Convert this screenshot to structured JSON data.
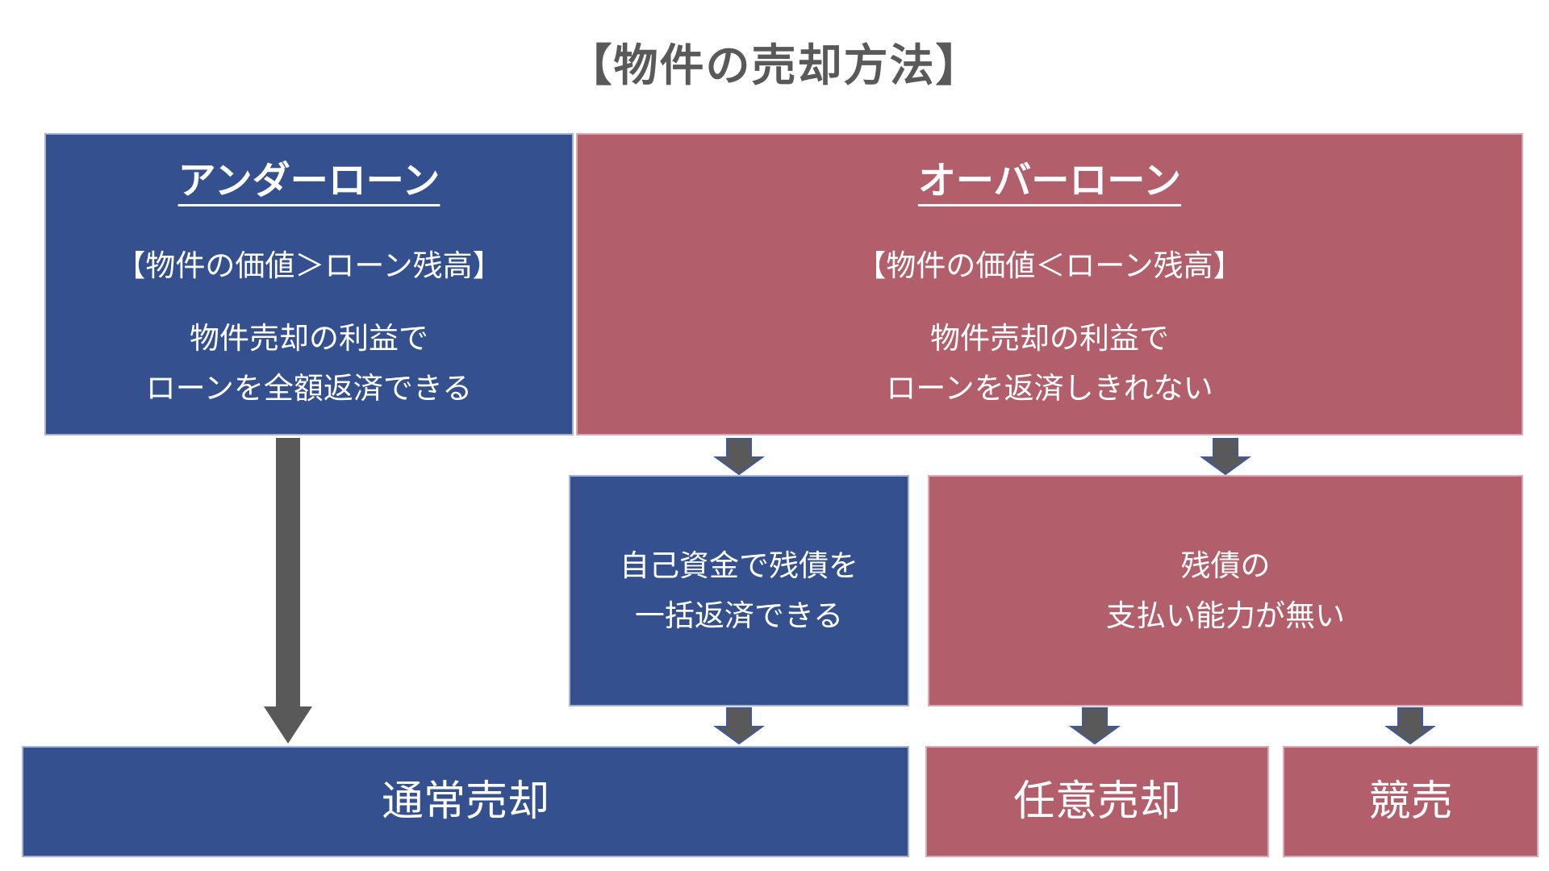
{
  "title": "【物件の売却方法】",
  "palette": {
    "blue_box": "#35508F",
    "red_box": "#B25E6B",
    "arrow_fill": "#595959",
    "arrow_small_outline": "#3E5A9E",
    "title_color": "#595959",
    "box_text_color": "#FFFFFF"
  },
  "row1": {
    "under_loan": {
      "header": "アンダーローン",
      "condition": "【物件の価値＞ローン残高】",
      "detail_line1": "物件売却の利益で",
      "detail_line2": "ローンを全額返済できる"
    },
    "over_loan": {
      "header": "オーバーローン",
      "condition": "【物件の価値＜ローン残高】",
      "detail_line1": "物件売却の利益で",
      "detail_line2": "ローンを返済しきれない"
    }
  },
  "row2": {
    "self_funds": {
      "line1": "自己資金で残債を",
      "line2": "一括返済できる"
    },
    "no_payment_ability": {
      "line1": "残債の",
      "line2": "支払い能力が無い"
    }
  },
  "row3": {
    "normal_sale": "通常売却",
    "voluntary_sale": "任意売却",
    "auction": "競売"
  }
}
